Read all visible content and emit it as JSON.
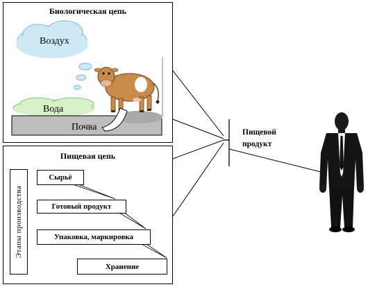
{
  "bio_chain": {
    "title": "Биологическая цепь",
    "air_label": "Воздух",
    "water_label": "Вода",
    "soil_label": "Почва"
  },
  "food_chain": {
    "title": "Пищевая цепь",
    "stages_label": "Этапы производства",
    "steps": [
      "Сырьё",
      "Готовый продукт",
      "Упаковка, маркировка",
      "Хранение"
    ]
  },
  "product": {
    "label": "Пищевой продукт"
  }
}
